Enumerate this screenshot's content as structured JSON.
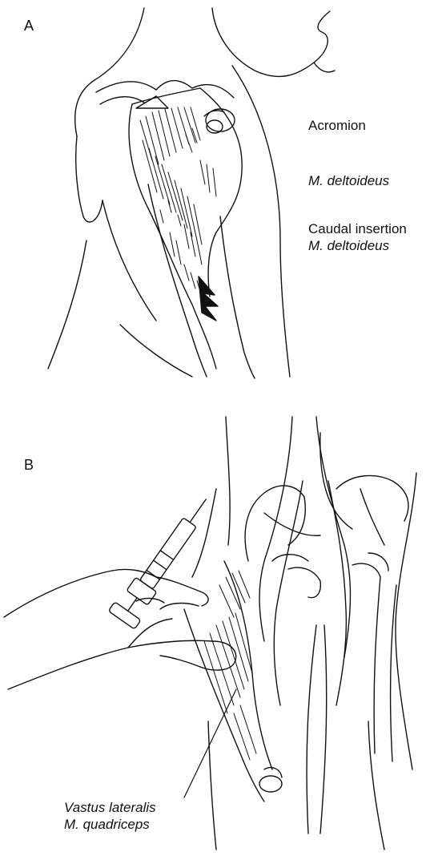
{
  "panel_a": {
    "letter": "A",
    "labels": {
      "acromion": "Acromion",
      "deltoideus": "M. deltoideus",
      "caudal_insertion_1": "Caudal insertion",
      "caudal_insertion_2": "M. deltoideus"
    }
  },
  "panel_b": {
    "letter": "B",
    "labels": {
      "vastus_1": "Vastus lateralis",
      "vastus_2": "M. quadriceps"
    }
  },
  "colors": {
    "line": "#111111",
    "background": "#ffffff"
  }
}
